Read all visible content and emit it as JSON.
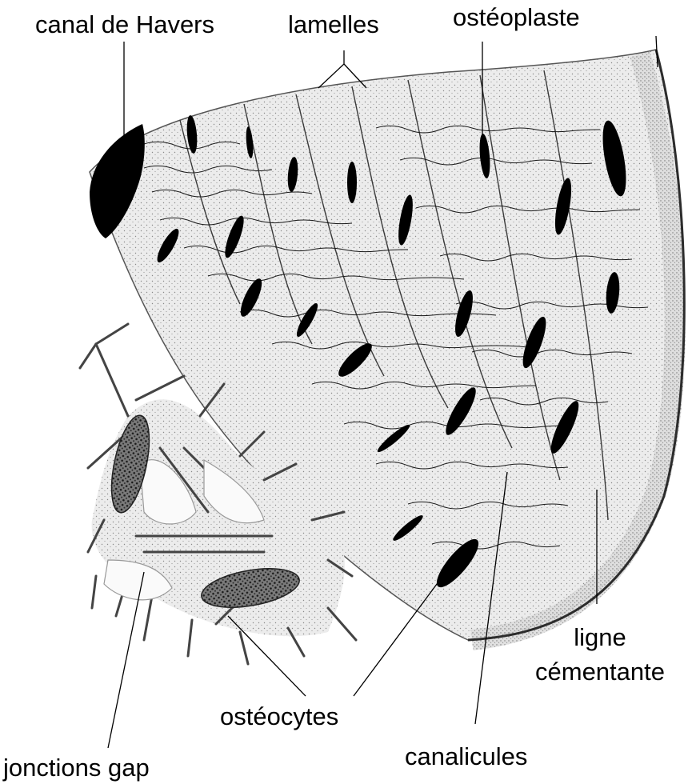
{
  "labels": {
    "canal_havers": "canal de Havers",
    "lamelles": "lamelles",
    "osteoplaste": "ostéoplaste",
    "ligne_line1": "ligne",
    "ligne_line2": "cémentante",
    "osteocytes": "ostéocytes",
    "canalicules": "canalicules",
    "jonctions_gap": "jonctions gap"
  },
  "colors": {
    "ink": "#000000",
    "tissue": "#e2e2e2",
    "tissue_dark": "#bdbdbd",
    "cell_fill": "#f1f1f1",
    "nucleus": "#6a6a6a"
  }
}
